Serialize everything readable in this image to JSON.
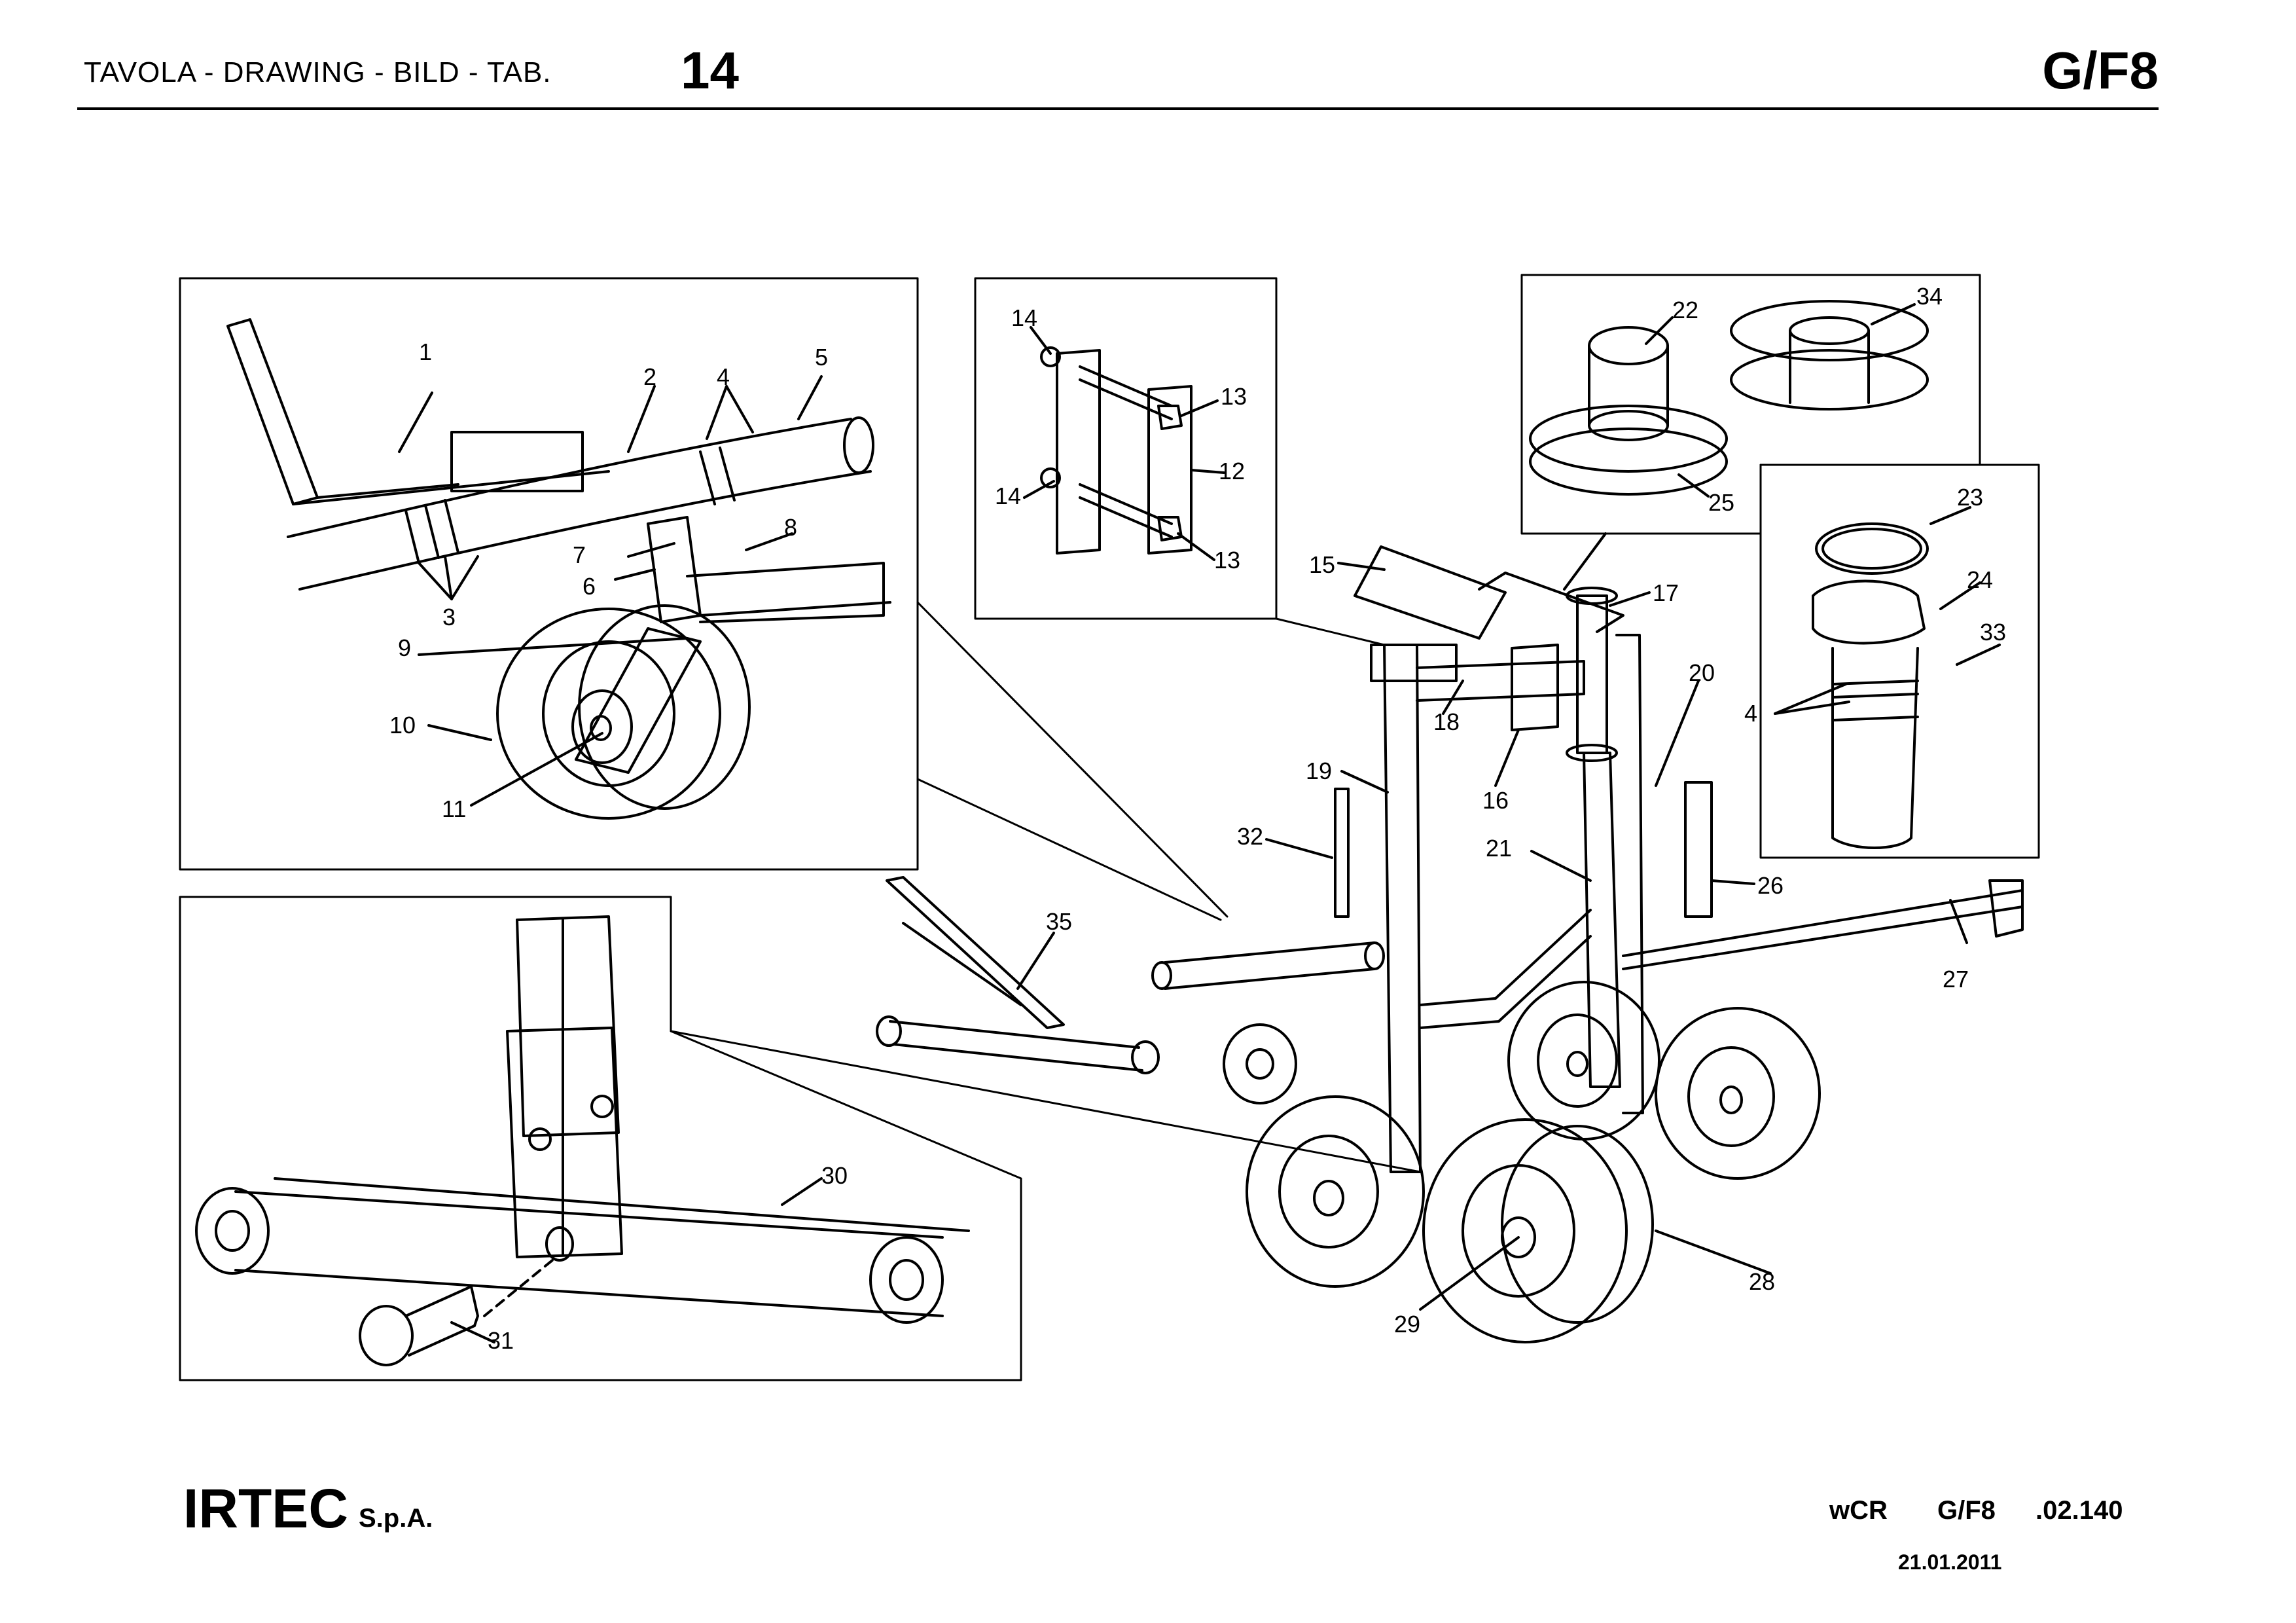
{
  "header": {
    "title": "TAVOLA - DRAWING - BILD - TAB.",
    "table_number": "14",
    "code": "G/F8"
  },
  "footer": {
    "company": "IRTEC",
    "company_suffix": "S.p.A.",
    "ref_prefix": "wCR",
    "ref_code": "G/F8",
    "ref_number": ".02.140",
    "date": "21.01.2011"
  },
  "callouts": [
    "1",
    "2",
    "3",
    "4",
    "5",
    "6",
    "7",
    "8",
    "9",
    "10",
    "11",
    "12",
    "13",
    "14",
    "15",
    "16",
    "17",
    "18",
    "19",
    "20",
    "21",
    "22",
    "23",
    "24",
    "25",
    "26",
    "27",
    "28",
    "29",
    "30",
    "31",
    "32",
    "33",
    "34",
    "35"
  ]
}
